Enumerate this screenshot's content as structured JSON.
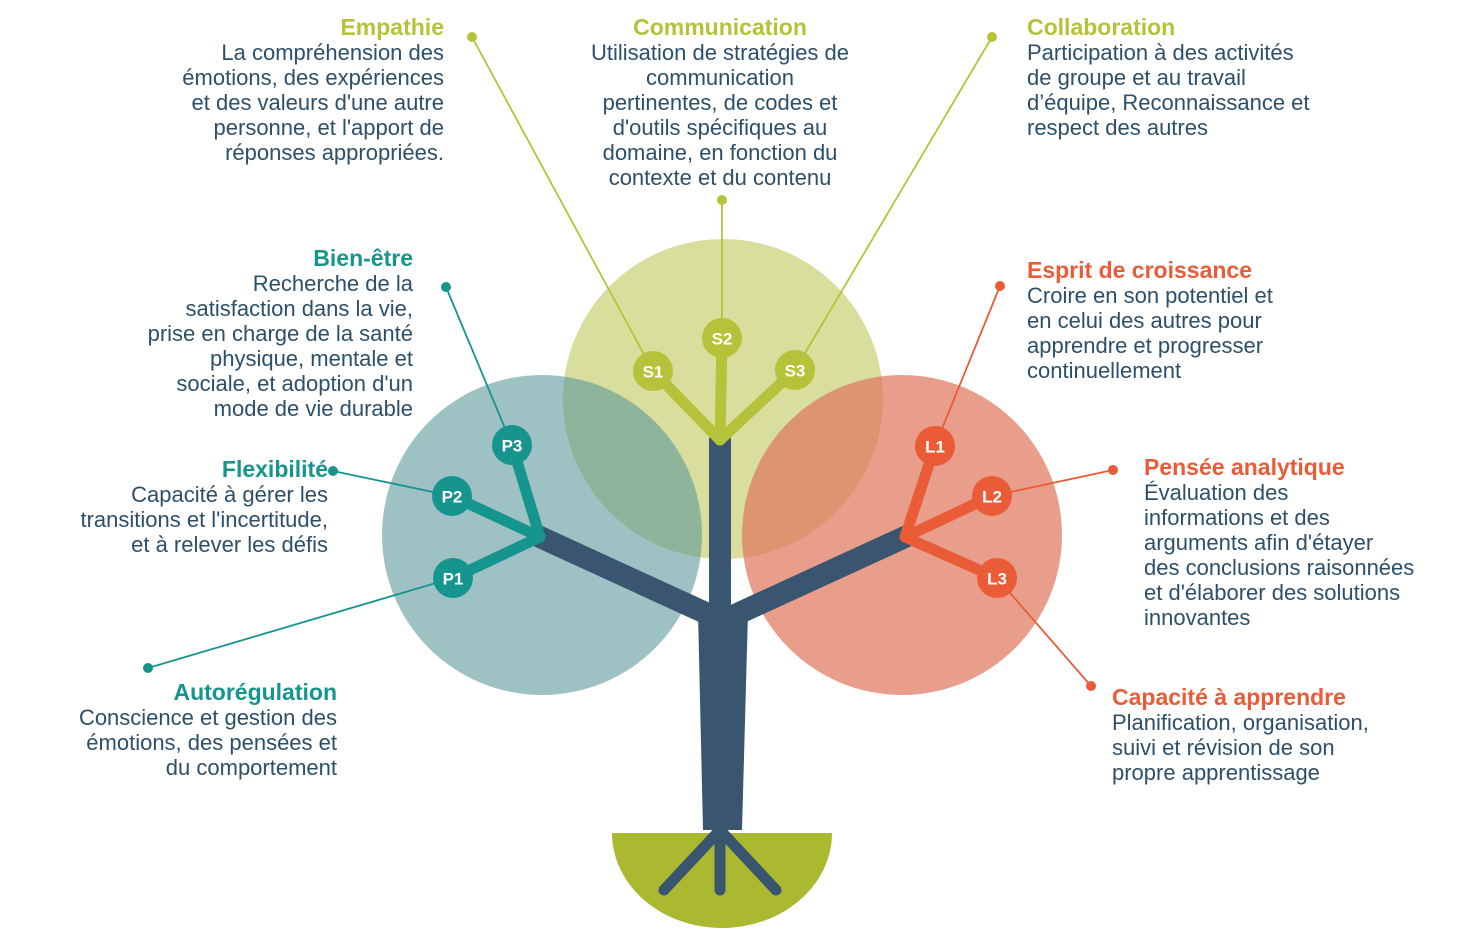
{
  "colors": {
    "personal": "#16958f",
    "social": "#b6c23a",
    "learning": "#ea5b37",
    "trunk": "#3a5570",
    "text": "#2c4f6a"
  },
  "nodes": {
    "s1": "S1",
    "s2": "S2",
    "s3": "S3",
    "p1": "P1",
    "p2": "P2",
    "p3": "P3",
    "l1": "L1",
    "l2": "L2",
    "l3": "L3"
  },
  "empathie": {
    "title": "Empathie",
    "lines": [
      "La compréhension des",
      "émotions, des expériences",
      "et des valeurs d'une autre",
      "personne, et l'apport de",
      "réponses appropriées."
    ]
  },
  "communication": {
    "title": "Communication",
    "lines": [
      "Utilisation de stratégies de",
      "communication",
      "pertinentes, de codes et",
      "d'outils spécifiques au",
      "domaine, en fonction du",
      "contexte et du contenu"
    ]
  },
  "collaboration": {
    "title": "Collaboration",
    "lines": [
      "Participation à des activités",
      "de groupe et au travail",
      "d’équipe, Reconnaissance et",
      "respect des autres"
    ]
  },
  "bien_etre": {
    "title": "Bien-être",
    "lines": [
      "Recherche de la",
      "satisfaction dans la vie,",
      "prise en charge de la santé",
      "physique, mentale et",
      "sociale, et adoption d'un",
      "mode de vie durable"
    ]
  },
  "flexibilite": {
    "title": "Flexibilité",
    "lines": [
      "Capacité à gérer les",
      "transitions et l'incertitude,",
      "et à relever les défis"
    ]
  },
  "autoregulation": {
    "title": "Autorégulation",
    "lines": [
      "Conscience et gestion des",
      "émotions, des pensées et",
      "du comportement"
    ]
  },
  "esprit": {
    "title": "Esprit de croissance",
    "lines": [
      "Croire en son potentiel et",
      "en celui des autres pour",
      "apprendre et progresser",
      "continuellement"
    ]
  },
  "pensee": {
    "title": "Pensée analytique",
    "lines": [
      "Évaluation des",
      "informations et des",
      "arguments afin d'étayer",
      "des conclusions raisonnées",
      "et d'élaborer des solutions",
      "innovantes"
    ]
  },
  "capacite": {
    "title": "Capacité à apprendre",
    "lines": [
      "Planification, organisation,",
      "suivi et révision de son",
      "propre apprentissage"
    ]
  }
}
